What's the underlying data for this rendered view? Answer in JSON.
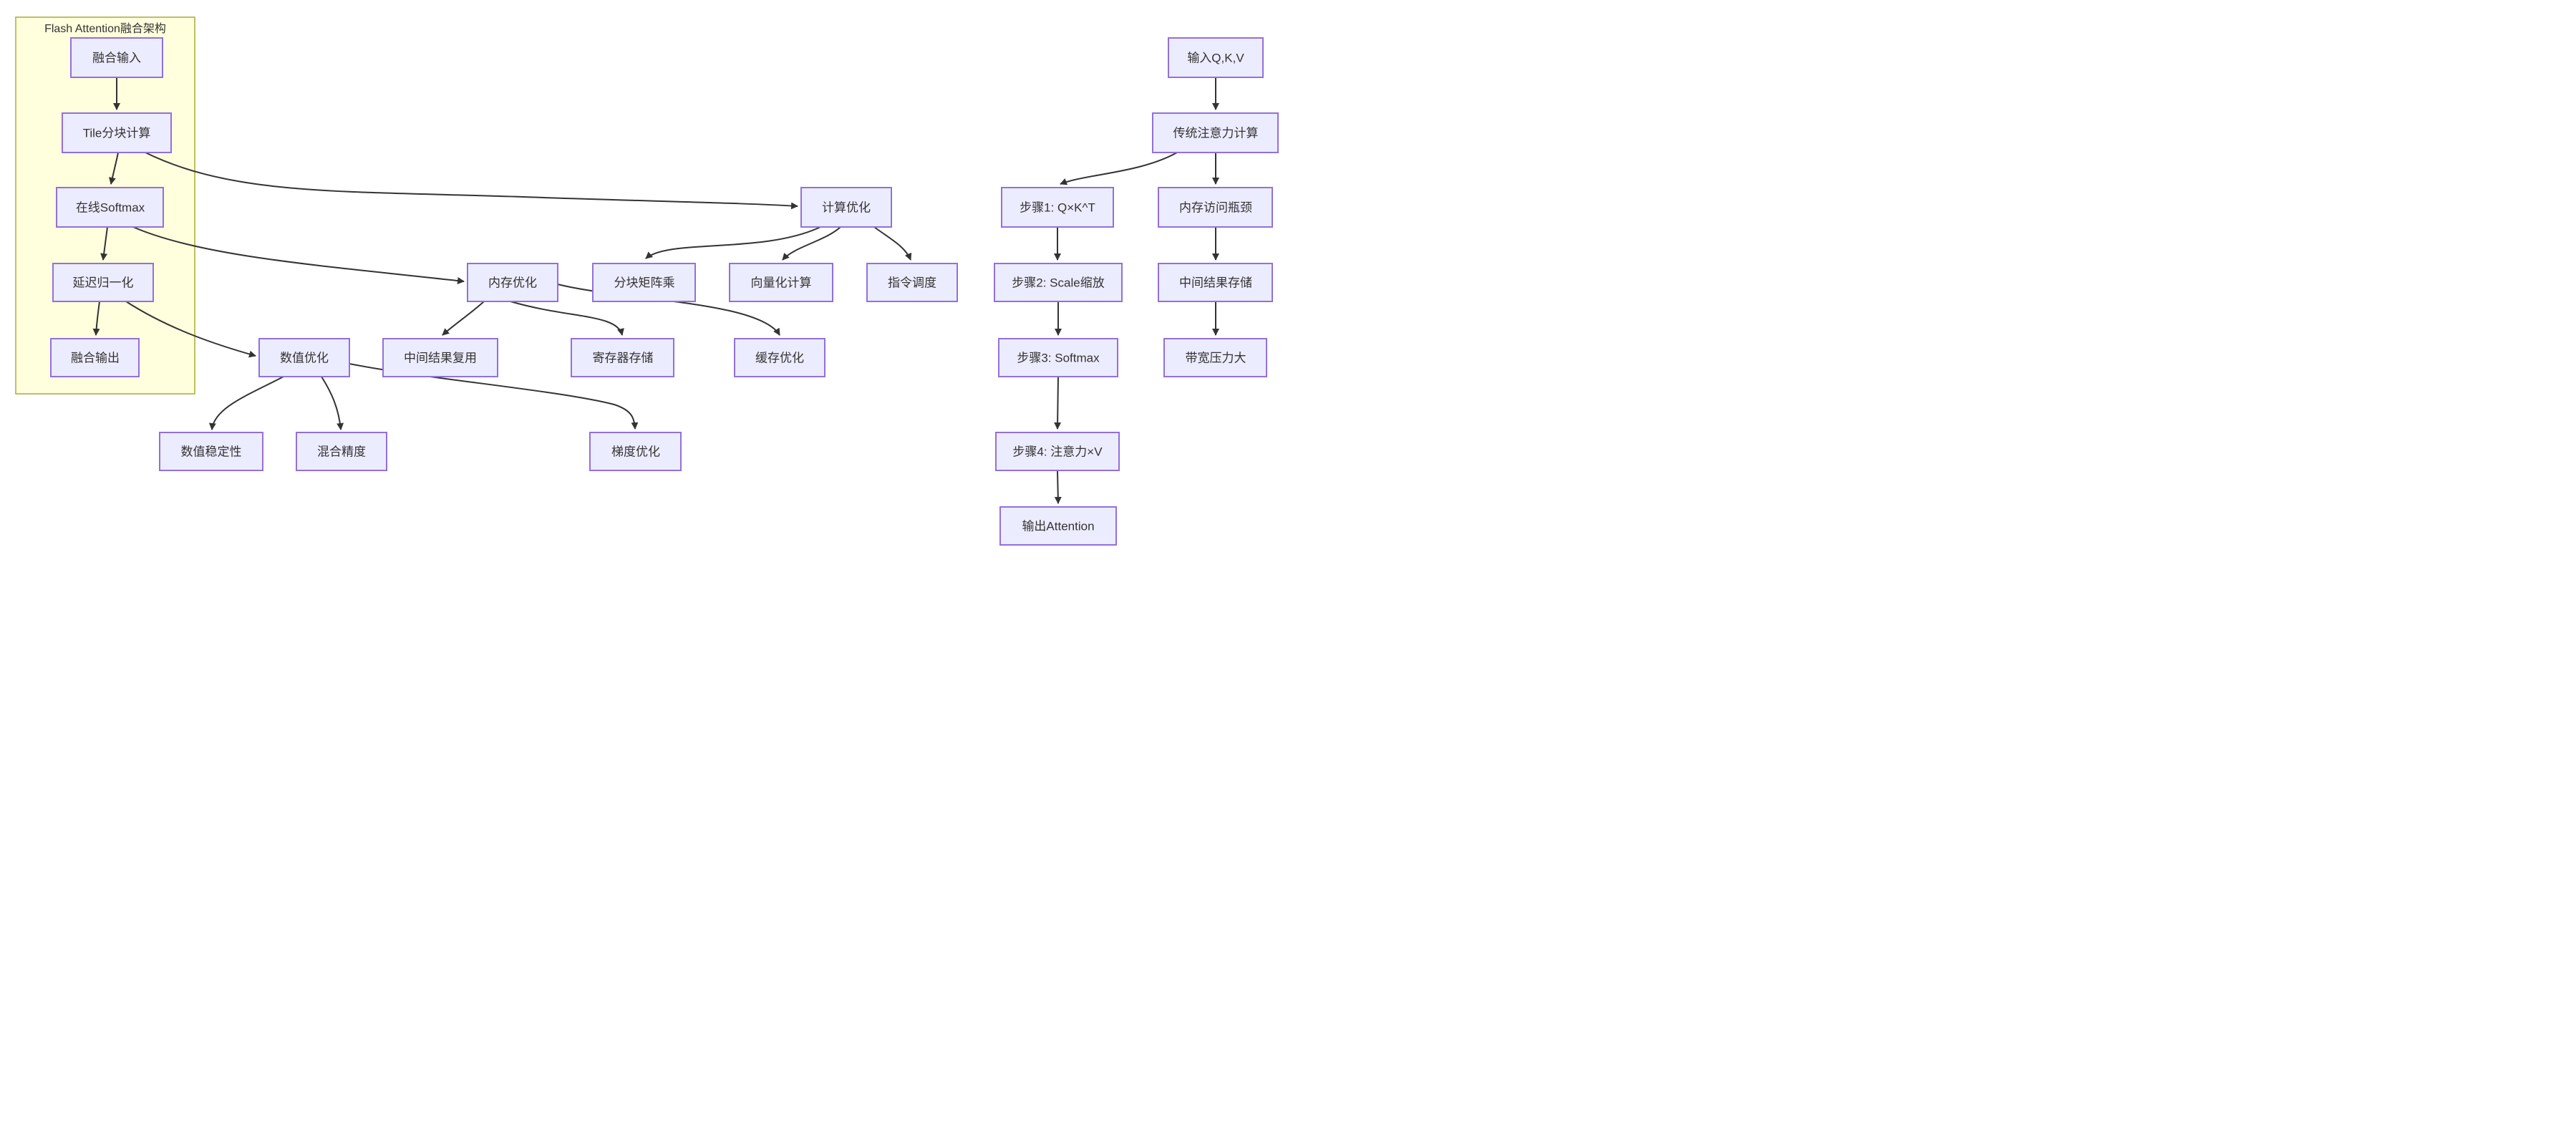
{
  "diagram": {
    "subgraph": {
      "title": "Flash Attention融合架构"
    },
    "nodes": {
      "fusion_input": {
        "label": "融合输入"
      },
      "tile_block": {
        "label": "Tile分块计算"
      },
      "online_softmax": {
        "label": "在线Softmax"
      },
      "delayed_norm": {
        "label": "延迟归一化"
      },
      "fusion_output": {
        "label": "融合输出"
      },
      "compute_opt": {
        "label": "计算优化"
      },
      "block_matmul": {
        "label": "分块矩阵乘"
      },
      "vectorized_compute": {
        "label": "向量化计算"
      },
      "instruction_sched": {
        "label": "指令调度"
      },
      "memory_opt": {
        "label": "内存优化"
      },
      "intermediate_reuse": {
        "label": "中间结果复用"
      },
      "register_store": {
        "label": "寄存器存储"
      },
      "cache_opt": {
        "label": "缓存优化"
      },
      "numeric_opt": {
        "label": "数值优化"
      },
      "numeric_stability": {
        "label": "数值稳定性"
      },
      "mixed_precision": {
        "label": "混合精度"
      },
      "gradient_opt": {
        "label": "梯度优化"
      },
      "input_qkv": {
        "label": "输入Q,K,V"
      },
      "traditional_attn": {
        "label": "传统注意力计算"
      },
      "step1_qk": {
        "label": "步骤1: Q×K^T"
      },
      "memory_bottleneck": {
        "label": "内存访问瓶颈"
      },
      "step2_scale": {
        "label": "步骤2: Scale缩放"
      },
      "intermediate_store": {
        "label": "中间结果存储"
      },
      "step3_softmax": {
        "label": "步骤3: Softmax"
      },
      "bandwidth_pressure": {
        "label": "带宽压力大"
      },
      "step4_attnv": {
        "label": "步骤4: 注意力×V"
      },
      "output_attention": {
        "label": "输出Attention"
      }
    },
    "edges": [
      {
        "from": "fusion_input",
        "to": "tile_block"
      },
      {
        "from": "tile_block",
        "to": "online_softmax"
      },
      {
        "from": "online_softmax",
        "to": "delayed_norm"
      },
      {
        "from": "delayed_norm",
        "to": "fusion_output"
      },
      {
        "from": "tile_block",
        "to": "compute_opt"
      },
      {
        "from": "online_softmax",
        "to": "memory_opt"
      },
      {
        "from": "delayed_norm",
        "to": "numeric_opt"
      },
      {
        "from": "compute_opt",
        "to": "block_matmul"
      },
      {
        "from": "compute_opt",
        "to": "vectorized_compute"
      },
      {
        "from": "compute_opt",
        "to": "instruction_sched"
      },
      {
        "from": "memory_opt",
        "to": "intermediate_reuse"
      },
      {
        "from": "memory_opt",
        "to": "register_store"
      },
      {
        "from": "memory_opt",
        "to": "cache_opt"
      },
      {
        "from": "numeric_opt",
        "to": "numeric_stability"
      },
      {
        "from": "numeric_opt",
        "to": "mixed_precision"
      },
      {
        "from": "numeric_opt",
        "to": "gradient_opt"
      },
      {
        "from": "input_qkv",
        "to": "traditional_attn"
      },
      {
        "from": "traditional_attn",
        "to": "step1_qk"
      },
      {
        "from": "traditional_attn",
        "to": "memory_bottleneck"
      },
      {
        "from": "step1_qk",
        "to": "step2_scale"
      },
      {
        "from": "step2_scale",
        "to": "step3_softmax"
      },
      {
        "from": "step3_softmax",
        "to": "step4_attnv"
      },
      {
        "from": "step4_attnv",
        "to": "output_attention"
      },
      {
        "from": "memory_bottleneck",
        "to": "intermediate_store"
      },
      {
        "from": "intermediate_store",
        "to": "bandwidth_pressure"
      }
    ]
  },
  "colors": {
    "node_fill": "#ECECFF",
    "node_border": "#9370DB",
    "subgraph_fill": "#FFFFDE",
    "subgraph_border": "#AAAA33",
    "edge": "#333333",
    "text": "#333333",
    "background": "#FFFFFF"
  }
}
